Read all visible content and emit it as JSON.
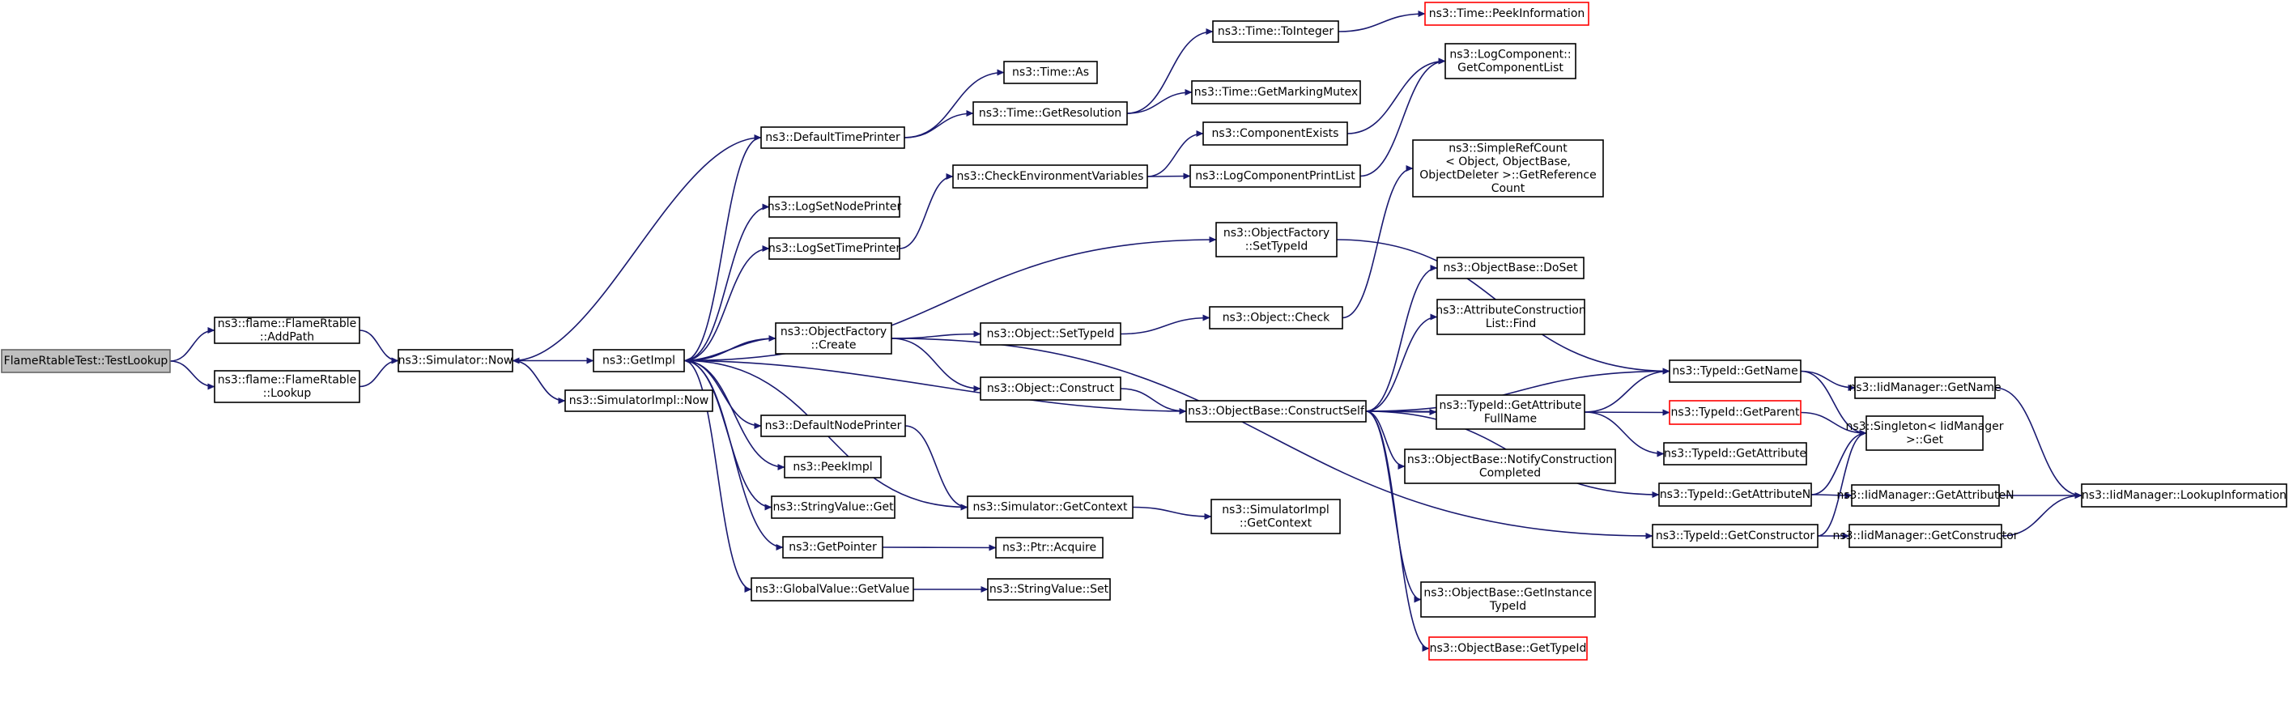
{
  "colors": {
    "edge": "#191970",
    "node_border": "#000000",
    "truncated_border": "#ff0000",
    "root_fill": "#bfbfbf"
  },
  "nodes": [
    {
      "id": "testlookup",
      "lines": [
        "FlameRtableTest::TestLookup"
      ],
      "style": "root"
    },
    {
      "id": "addpath",
      "lines": [
        "ns3::flame::FlameRtable",
        "::AddPath"
      ]
    },
    {
      "id": "lookup",
      "lines": [
        "ns3::flame::FlameRtable",
        "::Lookup"
      ]
    },
    {
      "id": "simnow",
      "lines": [
        "ns3::Simulator::Now"
      ]
    },
    {
      "id": "getimpl",
      "lines": [
        "ns3::GetImpl"
      ]
    },
    {
      "id": "simimplnow",
      "lines": [
        "ns3::SimulatorImpl::Now"
      ]
    },
    {
      "id": "defaulttimeprinter",
      "lines": [
        "ns3::DefaultTimePrinter"
      ]
    },
    {
      "id": "logsetnodeprinter",
      "lines": [
        "ns3::LogSetNodePrinter"
      ]
    },
    {
      "id": "logsettimeprinter",
      "lines": [
        "ns3::LogSetTimePrinter"
      ]
    },
    {
      "id": "objfactcreate",
      "lines": [
        "ns3::ObjectFactory",
        "::Create"
      ]
    },
    {
      "id": "defaultnodeprinter",
      "lines": [
        "ns3::DefaultNodePrinter"
      ]
    },
    {
      "id": "peekimpl",
      "lines": [
        "ns3::PeekImpl"
      ]
    },
    {
      "id": "stringvalueget",
      "lines": [
        "ns3::StringValue::Get"
      ]
    },
    {
      "id": "getpointer",
      "lines": [
        "ns3::GetPointer"
      ]
    },
    {
      "id": "globalvaluegetvalue",
      "lines": [
        "ns3::GlobalValue::GetValue"
      ]
    },
    {
      "id": "timeas",
      "lines": [
        "ns3::Time::As"
      ]
    },
    {
      "id": "timegetresolution",
      "lines": [
        "ns3::Time::GetResolution"
      ]
    },
    {
      "id": "checkenv",
      "lines": [
        "ns3::CheckEnvironmentVariables"
      ]
    },
    {
      "id": "objectsettypeid",
      "lines": [
        "ns3::Object::SetTypeId"
      ]
    },
    {
      "id": "objectconstruct",
      "lines": [
        "ns3::Object::Construct"
      ]
    },
    {
      "id": "simgetcontext",
      "lines": [
        "ns3::Simulator::GetContext"
      ]
    },
    {
      "id": "ptracquire",
      "lines": [
        "ns3::Ptr::Acquire"
      ]
    },
    {
      "id": "stringvalueset",
      "lines": [
        "ns3::StringValue::Set"
      ]
    },
    {
      "id": "timetointeger",
      "lines": [
        "ns3::Time::ToInteger"
      ]
    },
    {
      "id": "timegetmarkingmutex",
      "lines": [
        "ns3::Time::GetMarkingMutex"
      ]
    },
    {
      "id": "componentexists",
      "lines": [
        "ns3::ComponentExists"
      ]
    },
    {
      "id": "logcomponentprintlist",
      "lines": [
        "ns3::LogComponentPrintList"
      ]
    },
    {
      "id": "objfactsettypeid",
      "lines": [
        "ns3::ObjectFactory",
        "::SetTypeId"
      ]
    },
    {
      "id": "objectcheck",
      "lines": [
        "ns3::Object::Check"
      ]
    },
    {
      "id": "objbaseconstructself",
      "lines": [
        "ns3::ObjectBase::ConstructSelf"
      ]
    },
    {
      "id": "simimplgetcontext",
      "lines": [
        "ns3::SimulatorImpl",
        "::GetContext"
      ]
    },
    {
      "id": "timepeekinfo",
      "lines": [
        "ns3::Time::PeekInformation"
      ],
      "style": "truncated"
    },
    {
      "id": "logcompgetlist",
      "lines": [
        "ns3::LogComponent::",
        "GetComponentList"
      ]
    },
    {
      "id": "simplerefcount",
      "lines": [
        "ns3::SimpleRefCount",
        "< Object, ObjectBase,",
        "ObjectDeleter >::GetReference",
        "Count"
      ]
    },
    {
      "id": "objbasedoset",
      "lines": [
        "ns3::ObjectBase::DoSet"
      ]
    },
    {
      "id": "attrconstructionlistfind",
      "lines": [
        "ns3::AttributeConstruction",
        "List::Find"
      ]
    },
    {
      "id": "typeidgetattrfullname",
      "lines": [
        "ns3::TypeId::GetAttribute",
        "FullName"
      ]
    },
    {
      "id": "objbasenotify",
      "lines": [
        "ns3::ObjectBase::NotifyConstruction",
        "Completed"
      ]
    },
    {
      "id": "objbasegetinstancetypeid",
      "lines": [
        "ns3::ObjectBase::GetInstance",
        "TypeId"
      ]
    },
    {
      "id": "objbasegettypeid",
      "lines": [
        "ns3::ObjectBase::GetTypeId"
      ],
      "style": "truncated"
    },
    {
      "id": "typeidgetname",
      "lines": [
        "ns3::TypeId::GetName"
      ]
    },
    {
      "id": "typeidgetparent",
      "lines": [
        "ns3::TypeId::GetParent"
      ],
      "style": "truncated"
    },
    {
      "id": "typeidgetattribute",
      "lines": [
        "ns3::TypeId::GetAttribute"
      ]
    },
    {
      "id": "typeidgetattributen",
      "lines": [
        "ns3::TypeId::GetAttributeN"
      ]
    },
    {
      "id": "typeidgetconstructor",
      "lines": [
        "ns3::TypeId::GetConstructor"
      ]
    },
    {
      "id": "iidmgrgetname",
      "lines": [
        "ns3::IidManager::GetName"
      ]
    },
    {
      "id": "singletonget",
      "lines": [
        "ns3::Singleton< IidManager",
        ">::Get"
      ]
    },
    {
      "id": "iidmgrgetattributen",
      "lines": [
        "ns3::IidManager::GetAttributeN"
      ]
    },
    {
      "id": "iidmgrgetconstructor",
      "lines": [
        "ns3::IidManager::GetConstructor"
      ]
    },
    {
      "id": "iidmgrlookupinfo",
      "lines": [
        "ns3::IidManager::LookupInformation"
      ]
    }
  ],
  "edges": [
    [
      "testlookup",
      "addpath"
    ],
    [
      "testlookup",
      "lookup"
    ],
    [
      "addpath",
      "simnow"
    ],
    [
      "lookup",
      "simnow"
    ],
    [
      "simnow",
      "getimpl"
    ],
    [
      "simnow",
      "simimplnow"
    ],
    [
      "getimpl",
      "defaulttimeprinter"
    ],
    [
      "getimpl",
      "logsetnodeprinter"
    ],
    [
      "getimpl",
      "logsettimeprinter"
    ],
    [
      "getimpl",
      "objfactcreate"
    ],
    [
      "getimpl",
      "defaultnodeprinter"
    ],
    [
      "getimpl",
      "peekimpl"
    ],
    [
      "getimpl",
      "stringvalueget"
    ],
    [
      "getimpl",
      "getpointer"
    ],
    [
      "getimpl",
      "globalvaluegetvalue"
    ],
    [
      "getimpl",
      "simgetcontext"
    ],
    [
      "getimpl",
      "objfactsettypeid"
    ],
    [
      "defaulttimeprinter",
      "simnow"
    ],
    [
      "defaulttimeprinter",
      "timeas"
    ],
    [
      "defaulttimeprinter",
      "timegetresolution"
    ],
    [
      "logsettimeprinter",
      "checkenv"
    ],
    [
      "objfactcreate",
      "getimpl"
    ],
    [
      "objfactcreate",
      "objectsettypeid"
    ],
    [
      "objfactcreate",
      "objectconstruct"
    ],
    [
      "objfactcreate",
      "typeidgetconstructor"
    ],
    [
      "defaultnodeprinter",
      "simgetcontext"
    ],
    [
      "getpointer",
      "ptracquire"
    ],
    [
      "globalvaluegetvalue",
      "stringvalueset"
    ],
    [
      "timegetresolution",
      "timetointeger"
    ],
    [
      "timegetresolution",
      "timegetmarkingmutex"
    ],
    [
      "timetointeger",
      "timepeekinfo"
    ],
    [
      "checkenv",
      "componentexists"
    ],
    [
      "checkenv",
      "logcomponentprintlist"
    ],
    [
      "componentexists",
      "logcompgetlist"
    ],
    [
      "logcomponentprintlist",
      "logcompgetlist"
    ],
    [
      "objectsettypeid",
      "objectcheck"
    ],
    [
      "objectconstruct",
      "objbaseconstructself"
    ],
    [
      "objectcheck",
      "simplerefcount"
    ],
    [
      "simgetcontext",
      "simimplgetcontext"
    ],
    [
      "objfactsettypeid",
      "typeidgetname"
    ],
    [
      "objbaseconstructself",
      "objbasedoset"
    ],
    [
      "objbaseconstructself",
      "attrconstructionlistfind"
    ],
    [
      "objbaseconstructself",
      "typeidgetattrfullname"
    ],
    [
      "objbaseconstructself",
      "objbasenotify"
    ],
    [
      "objbaseconstructself",
      "objbasegetinstancetypeid"
    ],
    [
      "objbaseconstructself",
      "objbasegettypeid"
    ],
    [
      "objbaseconstructself",
      "typeidgetname"
    ],
    [
      "objbaseconstructself",
      "typeidgetparent"
    ],
    [
      "objbaseconstructself",
      "typeidgetattributen"
    ],
    [
      "objbaseconstructself",
      "getimpl"
    ],
    [
      "typeidgetattrfullname",
      "typeidgetname"
    ],
    [
      "typeidgetattrfullname",
      "typeidgetattribute"
    ],
    [
      "typeidgetname",
      "iidmgrgetname"
    ],
    [
      "typeidgetname",
      "singletonget"
    ],
    [
      "typeidgetparent",
      "singletonget"
    ],
    [
      "typeidgetattributen",
      "singletonget"
    ],
    [
      "typeidgetattributen",
      "iidmgrgetattributen"
    ],
    [
      "typeidgetconstructor",
      "singletonget"
    ],
    [
      "typeidgetconstructor",
      "iidmgrgetconstructor"
    ],
    [
      "iidmgrgetname",
      "iidmgrlookupinfo"
    ],
    [
      "iidmgrgetattributen",
      "iidmgrlookupinfo"
    ],
    [
      "iidmgrgetconstructor",
      "iidmgrlookupinfo"
    ]
  ]
}
